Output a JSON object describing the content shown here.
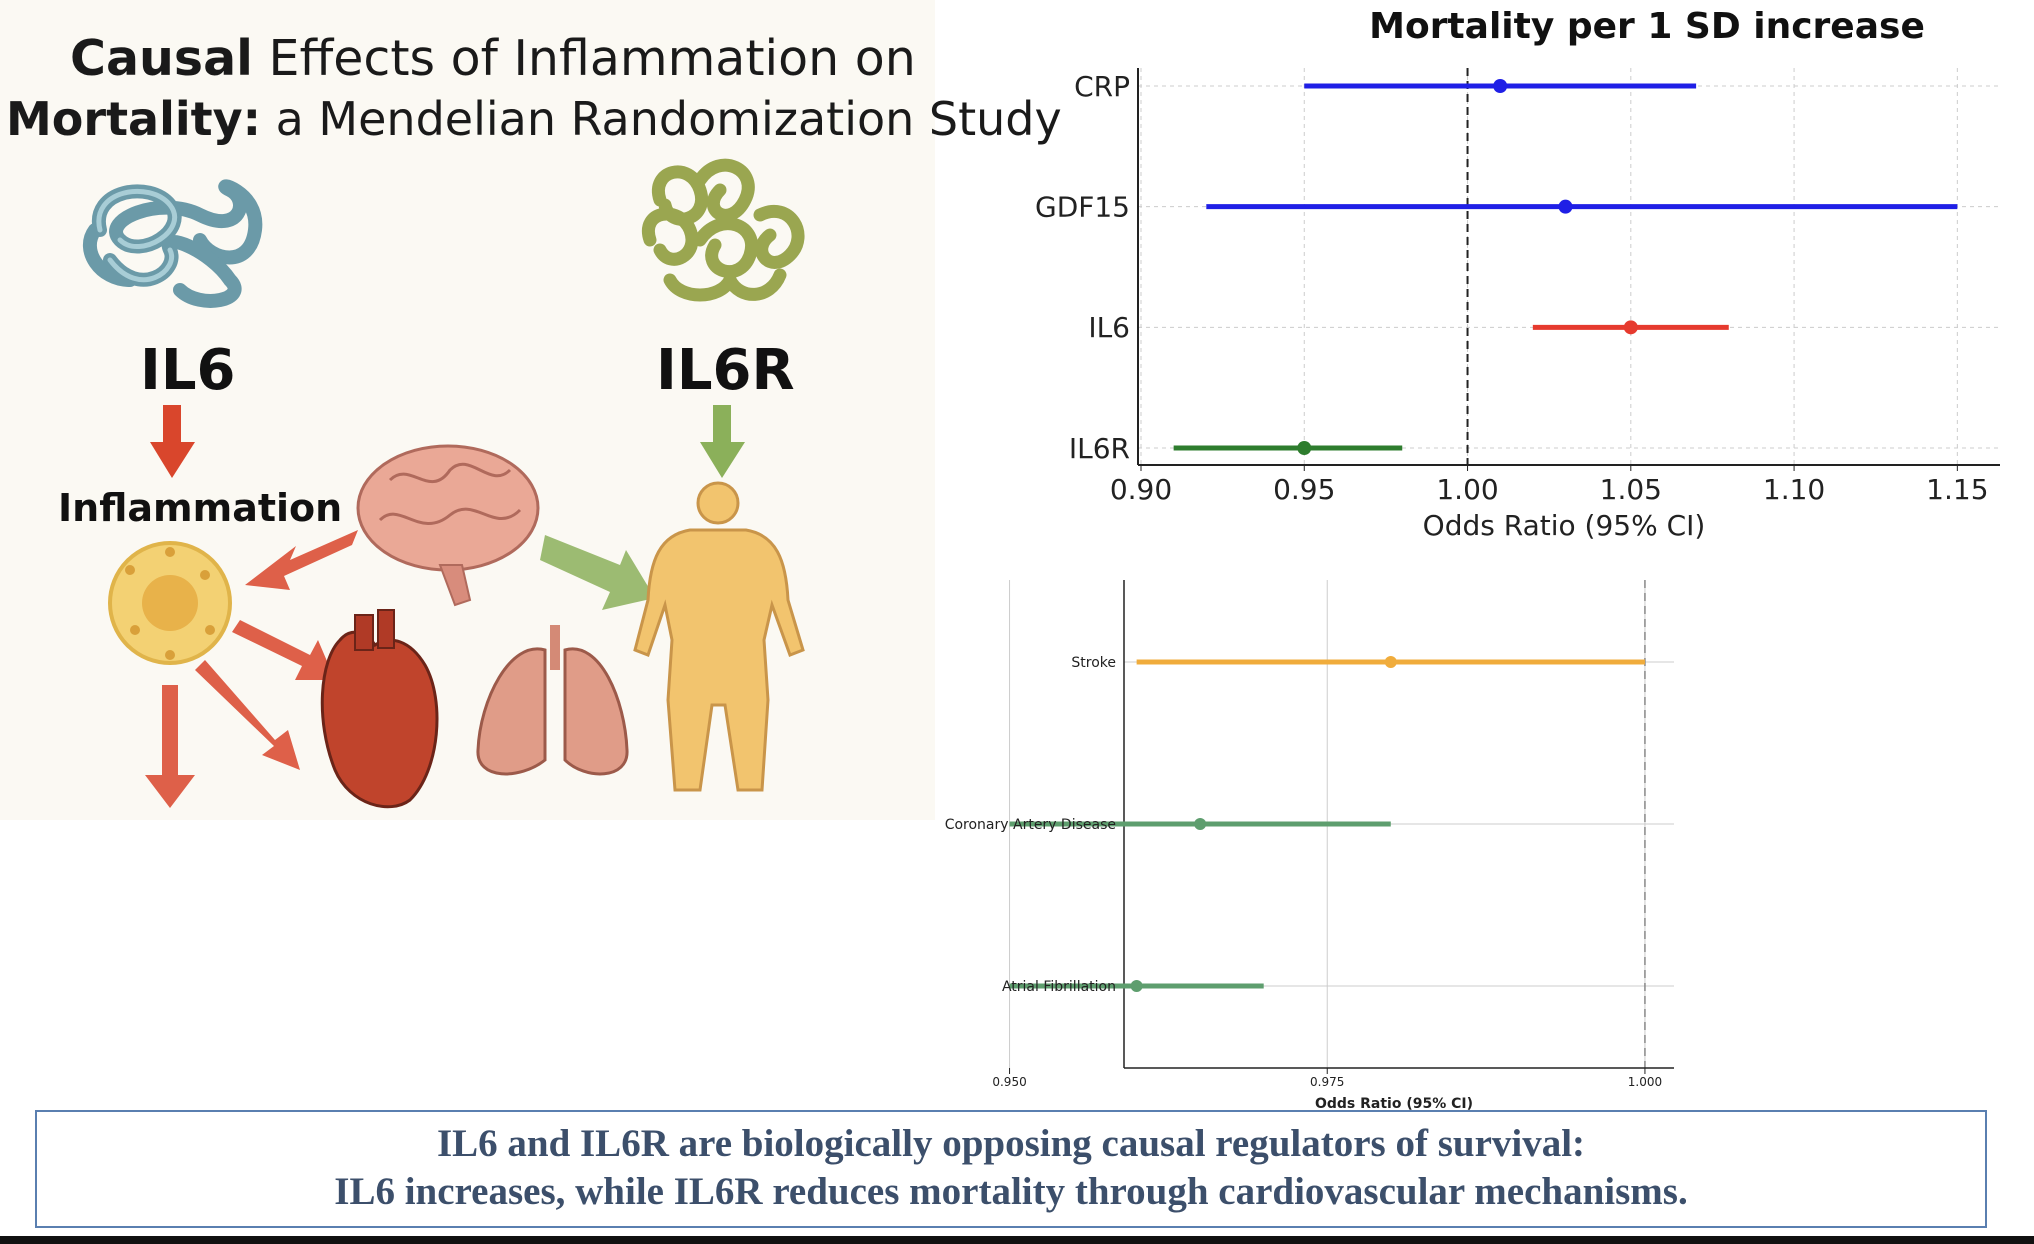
{
  "infographic": {
    "title_bold_1": "Causal",
    "title_rest_1": " Effects of Inflammation on",
    "title_bold_2": "Mortality:",
    "title_rest_2": " a Mendelian Randomization Study",
    "label_il6": "IL6",
    "label_il6r": "IL6R",
    "label_inflammation": "Inflammation",
    "colors": {
      "red_arrow": "#d9462c",
      "green_arrow": "#8bb05a"
    }
  },
  "conclusion": {
    "line1": "IL6 and IL6R are biologically opposing causal regulators of survival:",
    "line2": "IL6 increases, while IL6R reduces mortality through cardiovascular mechanisms."
  },
  "chart_data": [
    {
      "type": "forest",
      "title": "Mortality per 1 SD increase",
      "xlabel": "Odds Ratio (95% CI)",
      "xlim": [
        0.9,
        1.16
      ],
      "xticks": [
        "0.90",
        "0.95",
        "1.00",
        "1.05",
        "1.10",
        "1.15"
      ],
      "reference_line": 1.0,
      "grid": true,
      "rows": [
        {
          "label": "CRP",
          "or": 1.01,
          "lo": 0.95,
          "hi": 1.07,
          "color": "#1f1fe6"
        },
        {
          "label": "GDF15",
          "or": 1.03,
          "lo": 0.92,
          "hi": 1.15,
          "color": "#1f1fe6"
        },
        {
          "label": "IL6",
          "or": 1.05,
          "lo": 1.02,
          "hi": 1.08,
          "color": "#e63a2e"
        },
        {
          "label": "IL6R",
          "or": 0.95,
          "lo": 0.91,
          "hi": 0.98,
          "color": "#2e7d2e"
        }
      ]
    },
    {
      "type": "forest",
      "title": "",
      "xlabel": "Odds Ratio (95% CI)",
      "xlim": [
        0.945,
        1.0015
      ],
      "xticks": [
        "0.950",
        "0.975",
        "1.000"
      ],
      "reference_line": 1.0,
      "grid": true,
      "rows": [
        {
          "label": "Stroke",
          "or": 0.98,
          "lo": 0.96,
          "hi": 1.0,
          "color": "#f0ac3c"
        },
        {
          "label": "Coronary Artery Disease",
          "or": 0.965,
          "lo": 0.95,
          "hi": 0.98,
          "color": "#5e9e6e"
        },
        {
          "label": "Atrial Fibrillation",
          "or": 0.96,
          "lo": 0.95,
          "hi": 0.97,
          "color": "#5e9e6e"
        }
      ]
    }
  ]
}
